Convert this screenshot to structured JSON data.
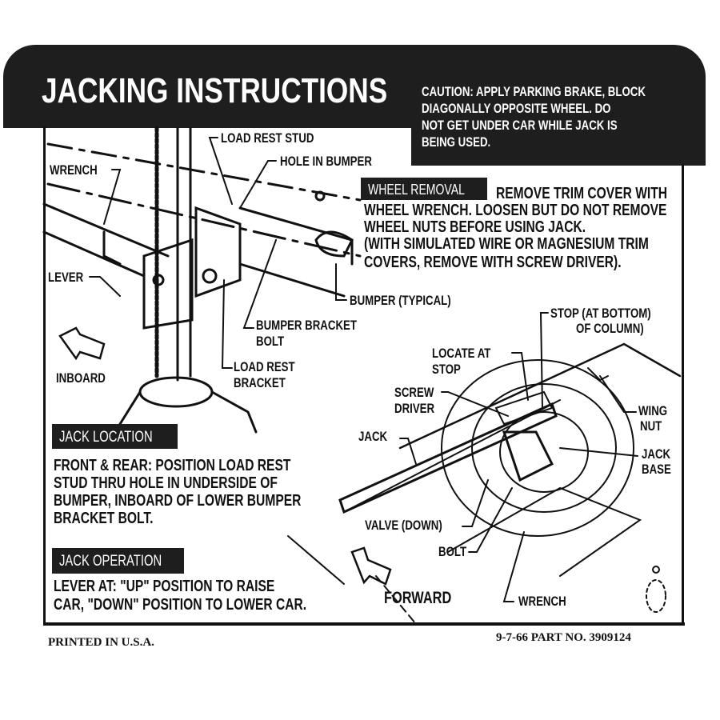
{
  "title": "JACKING INSTRUCTIONS",
  "caution": [
    "CAUTION: APPLY PARKING BRAKE, BLOCK",
    "DIAGONALLY OPPOSITE WHEEL. DO",
    "NOT GET UNDER CAR WHILE JACK IS",
    "BEING USED."
  ],
  "labels": {
    "load_rest_stud": "LOAD REST STUD",
    "hole_in_bumper": "HOLE IN BUMPER",
    "wrench_top": "WRENCH",
    "lever": "LEVER",
    "bumper_typical": "BUMPER (TYPICAL)",
    "bumper_bracket_bolt": [
      "BUMPER BRACKET",
      "BOLT"
    ],
    "load_rest_bracket": [
      "LOAD REST",
      "BRACKET"
    ],
    "inboard": "INBOARD",
    "stop_at_bottom": [
      "STOP (AT BOTTOM)",
      "OF COLUMN)"
    ],
    "locate_at_stop": [
      "LOCATE AT",
      "STOP"
    ],
    "screw_driver": [
      "SCREW",
      "DRIVER"
    ],
    "wing_nut": [
      "WING",
      "NUT"
    ],
    "jack": "JACK",
    "jack_base": [
      "JACK",
      "BASE"
    ],
    "valve_down": "VALVE (DOWN)",
    "bolt": "BOLT",
    "forward": "FORWARD",
    "wrench_bottom": "WRENCH"
  },
  "wheel_removal": {
    "heading": "WHEEL REMOVAL",
    "lines": [
      "REMOVE TRIM COVER WITH",
      "WHEEL WRENCH. LOOSEN BUT DO NOT REMOVE",
      "WHEEL NUTS BEFORE USING JACK.",
      "(WITH SIMULATED WIRE OR MAGNESIUM TRIM",
      "COVERS, REMOVE WITH SCREW DRIVER)."
    ]
  },
  "jack_location": {
    "heading": "JACK LOCATION",
    "lines": [
      "FRONT & REAR: POSITION LOAD REST",
      "STUD THRU HOLE IN UNDERSIDE OF",
      "BUMPER, INBOARD OF LOWER BUMPER",
      "BRACKET BOLT."
    ]
  },
  "jack_operation": {
    "heading": "JACK OPERATION",
    "lines": [
      "LEVER AT: \"UP\" POSITION TO RAISE",
      "CAR, \"DOWN\" POSITION TO LOWER CAR."
    ]
  },
  "footer": {
    "printed": "PRINTED IN U.S.A.",
    "part": "9-7-66 PART NO. 3909124"
  }
}
